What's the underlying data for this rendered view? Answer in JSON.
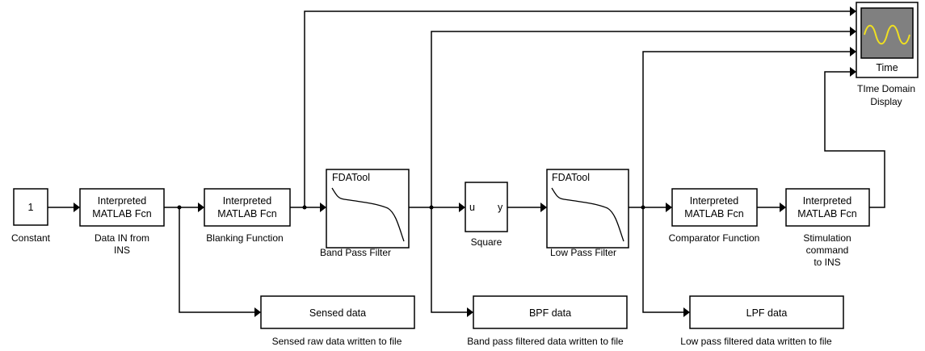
{
  "blocks": {
    "constant": {
      "value": "1",
      "caption": "Constant"
    },
    "data_in": {
      "line1": "Interpreted",
      "line2": "MATLAB Fcn",
      "caption1": "Data IN from",
      "caption2": "INS"
    },
    "blanking": {
      "line1": "Interpreted",
      "line2": "MATLAB Fcn",
      "caption": "Blanking Function"
    },
    "band_pass": {
      "tool": "FDATool",
      "caption": "Band Pass Filter"
    },
    "square": {
      "in_port": "u",
      "out_port": "y",
      "caption": "Square"
    },
    "low_pass": {
      "tool": "FDATool",
      "caption": "Low Pass Filter"
    },
    "comparator": {
      "line1": "Interpreted",
      "line2": "MATLAB Fcn",
      "caption": "Comparator Function"
    },
    "stimulation": {
      "line1": "Interpreted",
      "line2": "MATLAB Fcn",
      "caption1": "Stimulation",
      "caption2": "command",
      "caption3": "to INS"
    },
    "scope": {
      "screen_label": "Time",
      "caption1": "TIme Domain",
      "caption2": "Display"
    },
    "sensed_data": {
      "label": "Sensed data",
      "caption": "Sensed raw data written to file"
    },
    "bpf_data": {
      "label": "BPF data",
      "caption": "Band pass filtered data written to file"
    },
    "lpf_data": {
      "label": "LPF data",
      "caption": "Low pass filtered data written to file"
    }
  },
  "colors": {
    "scope_trace": "#f0e020",
    "scope_screen": "#808080"
  }
}
